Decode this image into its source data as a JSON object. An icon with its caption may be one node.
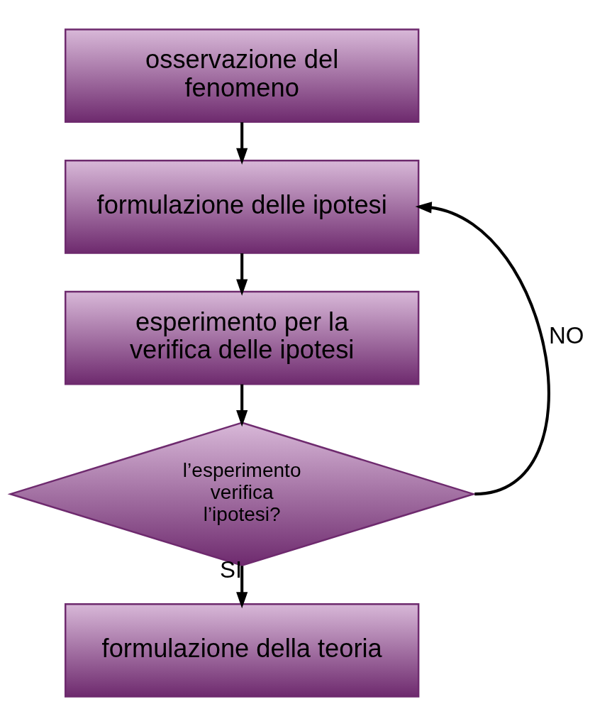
{
  "diagram": {
    "nodes": [
      {
        "text": [
          "osservazione del fenomeno"
        ]
      },
      {
        "text": [
          "formulazione delle ipotesi"
        ]
      },
      {
        "text": [
          "esperimento per la verifica delle ipotesi"
        ]
      },
      {
        "text": [
          "l’esperimento verifica l’ipotesi?"
        ]
      },
      {
        "text": [
          "formulazione della teoria"
        ]
      }
    ],
    "edges": [
      {
        "from": 0,
        "to": 1,
        "arrow": "to"
      },
      {
        "from": 1,
        "to": 2,
        "arrow": "to"
      },
      {
        "from": 2,
        "to": 3,
        "arrow": "to"
      },
      {
        "from": 3,
        "to": 4,
        "arrow": "to",
        "label": "SI"
      },
      {
        "from": 3,
        "to": 1,
        "arrow": "to",
        "label": "NO"
      }
    ]
  }
}
